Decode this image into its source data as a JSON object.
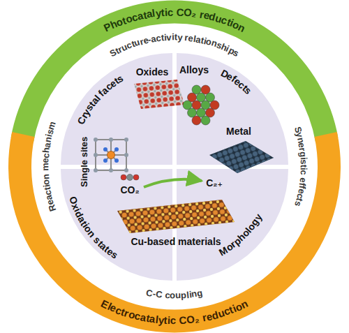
{
  "diagram": {
    "nodes": [
      {
        "text": [
          "Photocatalytic CO₂ reduction"
        ]
      },
      {
        "text": [
          "Crystal facets"
        ]
      },
      {
        "text": [
          "Defects"
        ]
      },
      {
        "text": [
          "Oxidation states"
        ]
      },
      {
        "text": [
          "Morphology"
        ]
      },
      {
        "text": [
          "Electrocatalytic CO₂ reduction"
        ]
      }
    ],
    "labels": [
      "Structure-activity relationships",
      "Reaction mechanism",
      "Synergistic effects",
      "Oxides",
      "Alloys",
      "Single sites",
      "Metal",
      "CO₂",
      "C₂₊",
      "Cu-based materials",
      "C-C coupling"
    ]
  }
}
